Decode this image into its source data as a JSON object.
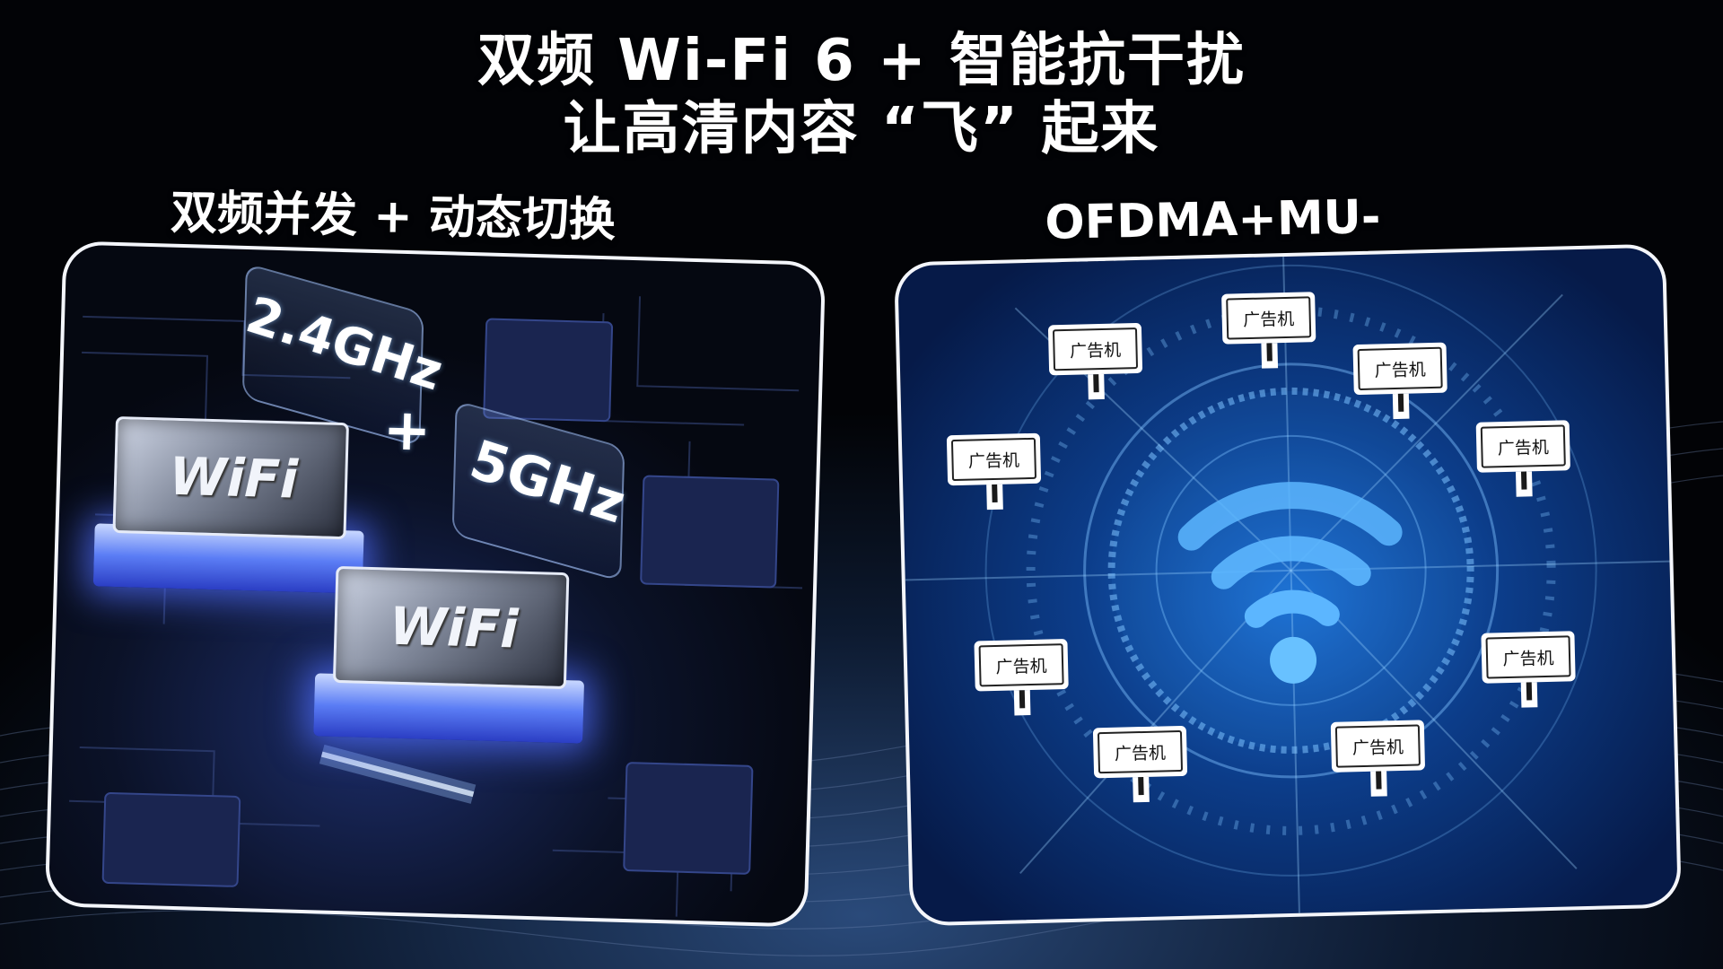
{
  "headline": {
    "line1": "双频 Wi-Fi 6 + 智能抗干扰",
    "line2": "让高清内容 “飞” 起来"
  },
  "left": {
    "title": "双频并发 + 动态切换",
    "band_1": "2.4GHz",
    "band_2": "5GHz",
    "plus": "+",
    "chip_label": "WiFi"
  },
  "right": {
    "title": "OFDMA+MU-MIMO",
    "sign_label": "广告机"
  },
  "colors": {
    "background": "#020306",
    "panel_border": "#f4f6fb",
    "glow_blue": "#5b7df5",
    "wifi_blue": "#5fb8ff"
  }
}
